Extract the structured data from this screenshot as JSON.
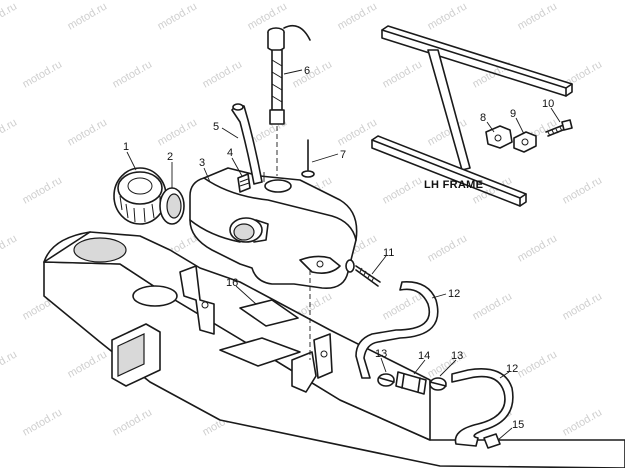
{
  "watermark": "motod.ru",
  "frame_label": "LH FRAME",
  "callouts": [
    {
      "id": "c1",
      "text": "1"
    },
    {
      "id": "c2",
      "text": "2"
    },
    {
      "id": "c3",
      "text": "3"
    },
    {
      "id": "c4",
      "text": "4"
    },
    {
      "id": "c5",
      "text": "5"
    },
    {
      "id": "c6",
      "text": "6"
    },
    {
      "id": "c7",
      "text": "7"
    },
    {
      "id": "c8",
      "text": "8"
    },
    {
      "id": "c9",
      "text": "9"
    },
    {
      "id": "c10",
      "text": "10"
    },
    {
      "id": "c11",
      "text": "11"
    },
    {
      "id": "c12a",
      "text": "12"
    },
    {
      "id": "c12b",
      "text": "12"
    },
    {
      "id": "c13a",
      "text": "13"
    },
    {
      "id": "c13b",
      "text": "13"
    },
    {
      "id": "c14",
      "text": "14"
    },
    {
      "id": "c15",
      "text": "15"
    },
    {
      "id": "c16",
      "text": "16"
    }
  ]
}
